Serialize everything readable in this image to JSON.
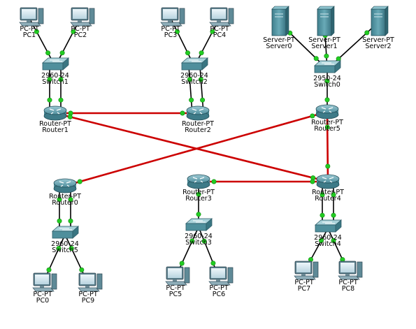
{
  "colors": {
    "background": "#ffffff",
    "link_ethernet": "#000000",
    "link_serial": "#cc0000",
    "port_up": "#22cc22",
    "device_teal": "#5a9ca8"
  },
  "devices": [
    {
      "id": "PC1",
      "model": "PC-PT",
      "name": "PC1",
      "icon": "pc-icon"
    },
    {
      "id": "PC2",
      "model": "PC-PT",
      "name": "PC2",
      "icon": "pc-icon"
    },
    {
      "id": "PC3",
      "model": "PC-PT",
      "name": "PC3",
      "icon": "pc-icon"
    },
    {
      "id": "PC4",
      "model": "PC-PT",
      "name": "PC4",
      "icon": "pc-icon"
    },
    {
      "id": "Server0",
      "model": "Server-PT",
      "name": "Server0",
      "icon": "server-icon"
    },
    {
      "id": "Server1",
      "model": "Server-PT",
      "name": "Server1",
      "icon": "server-icon"
    },
    {
      "id": "Server2",
      "model": "Server-PT",
      "name": "Server2",
      "icon": "server-icon"
    },
    {
      "id": "Switch1",
      "model": "2960-24",
      "name": "Switch1",
      "icon": "switch-icon"
    },
    {
      "id": "Switch2",
      "model": "2960-24",
      "name": "Switch2",
      "icon": "switch-icon"
    },
    {
      "id": "Switch0",
      "model": "2950-24",
      "name": "Switch0",
      "icon": "switch-icon"
    },
    {
      "id": "Router1",
      "model": "Router-PT",
      "name": "Router1",
      "icon": "router-icon"
    },
    {
      "id": "Router2",
      "model": "Router-PT",
      "name": "Router2",
      "icon": "router-icon"
    },
    {
      "id": "Router5",
      "model": "Router-PT",
      "name": "Router5",
      "icon": "router-icon"
    },
    {
      "id": "Router0",
      "model": "Router-PT",
      "name": "Router0",
      "icon": "router-icon"
    },
    {
      "id": "Router3",
      "model": "Router-PT",
      "name": "Router3",
      "icon": "router-icon"
    },
    {
      "id": "Router4",
      "model": "Router-PT",
      "name": "Router4",
      "icon": "router-icon"
    },
    {
      "id": "Switch5",
      "model": "2960-24",
      "name": "Switch5",
      "icon": "switch-icon"
    },
    {
      "id": "Switch3",
      "model": "2960-24",
      "name": "Switch3",
      "icon": "switch-icon"
    },
    {
      "id": "Switch4",
      "model": "2960-24",
      "name": "Switch4",
      "icon": "switch-icon"
    },
    {
      "id": "PC0",
      "model": "PC-PT",
      "name": "PC0",
      "icon": "pc-icon"
    },
    {
      "id": "PC9",
      "model": "PC-PT",
      "name": "PC9",
      "icon": "pc-icon"
    },
    {
      "id": "PC5",
      "model": "PC-PT",
      "name": "PC5",
      "icon": "pc-icon"
    },
    {
      "id": "PC6",
      "model": "PC-PT",
      "name": "PC6",
      "icon": "pc-icon"
    },
    {
      "id": "PC7",
      "model": "PC-PT",
      "name": "PC7",
      "icon": "pc-icon"
    },
    {
      "id": "PC8",
      "model": "PC-PT",
      "name": "PC8",
      "icon": "pc-icon"
    }
  ],
  "links": [
    {
      "from": "PC1",
      "to": "Switch1",
      "type": "ethernet"
    },
    {
      "from": "PC2",
      "to": "Switch1",
      "type": "ethernet"
    },
    {
      "from": "Switch1",
      "to": "Router1",
      "type": "ethernet"
    },
    {
      "from": "Switch1",
      "to": "Router1",
      "type": "ethernet"
    },
    {
      "from": "PC3",
      "to": "Switch2",
      "type": "ethernet"
    },
    {
      "from": "PC4",
      "to": "Switch2",
      "type": "ethernet"
    },
    {
      "from": "Switch2",
      "to": "Router2",
      "type": "ethernet"
    },
    {
      "from": "Switch2",
      "to": "Router2",
      "type": "ethernet"
    },
    {
      "from": "Server0",
      "to": "Switch0",
      "type": "ethernet"
    },
    {
      "from": "Server1",
      "to": "Switch0",
      "type": "ethernet"
    },
    {
      "from": "Server2",
      "to": "Switch0",
      "type": "ethernet"
    },
    {
      "from": "Switch0",
      "to": "Router5",
      "type": "ethernet"
    },
    {
      "from": "Router0",
      "to": "Switch5",
      "type": "ethernet"
    },
    {
      "from": "Router0",
      "to": "Switch5",
      "type": "ethernet"
    },
    {
      "from": "Switch5",
      "to": "PC0",
      "type": "ethernet"
    },
    {
      "from": "Switch5",
      "to": "PC9",
      "type": "ethernet"
    },
    {
      "from": "Router3",
      "to": "Switch3",
      "type": "ethernet"
    },
    {
      "from": "Switch3",
      "to": "PC5",
      "type": "ethernet"
    },
    {
      "from": "Switch3",
      "to": "PC6",
      "type": "ethernet"
    },
    {
      "from": "Router4",
      "to": "Switch4",
      "type": "ethernet"
    },
    {
      "from": "Router4",
      "to": "Switch4",
      "type": "ethernet"
    },
    {
      "from": "Switch4",
      "to": "PC7",
      "type": "ethernet"
    },
    {
      "from": "Switch4",
      "to": "PC8",
      "type": "ethernet"
    },
    {
      "from": "Router1",
      "to": "Router2",
      "type": "serial"
    },
    {
      "from": "Router1",
      "to": "Router4",
      "type": "serial"
    },
    {
      "from": "Router5",
      "to": "Router0",
      "type": "serial"
    },
    {
      "from": "Router5",
      "to": "Router4",
      "type": "serial"
    },
    {
      "from": "Router3",
      "to": "Router4",
      "type": "serial"
    }
  ]
}
